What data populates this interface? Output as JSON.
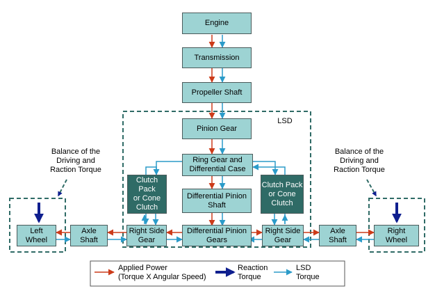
{
  "boxes": {
    "engine": "Engine",
    "transmission": "Transmission",
    "propeller_shaft": "Propeller Shaft",
    "pinion_gear": "Pinion Gear",
    "ring_gear": "Ring Gear and\nDifferential Case",
    "clutch_left": "Clutch Pack\nor Cone\nClutch",
    "clutch_right": "Clutch Pack\nor Cone\nClutch",
    "diff_pinion_shaft": "Differential Pinion\nShaft",
    "diff_pinion_gears": "Differential Pinion\nGears",
    "right_side_gear_left": "Right Side\nGear",
    "right_side_gear_right": "Right Side\nGear",
    "axle_shaft_left": "Axle\nShaft",
    "axle_shaft_right": "Axle\nShaft",
    "left_wheel": "Left\nWheel",
    "right_wheel": "Right\nWheel"
  },
  "labels": {
    "lsd": "LSD",
    "balance_left": "Balance of the\nDriving and\nRaction Torque",
    "balance_right": "Balance of the\nDriving and\nRaction Torque"
  },
  "legend": {
    "applied_power": "Applied Power\n(Torque X Angular Speed)",
    "reaction_torque": "Reaction\nTorque",
    "lsd_torque": "LSD\nTorque"
  },
  "colors": {
    "applied_power": "#cc3b1a",
    "reaction": "#0f1f8f",
    "lsd": "#2b9bc9",
    "box_fill": "#9dd3d3",
    "clutch_fill": "#2f6b66",
    "dashed": "#2f6b66"
  }
}
